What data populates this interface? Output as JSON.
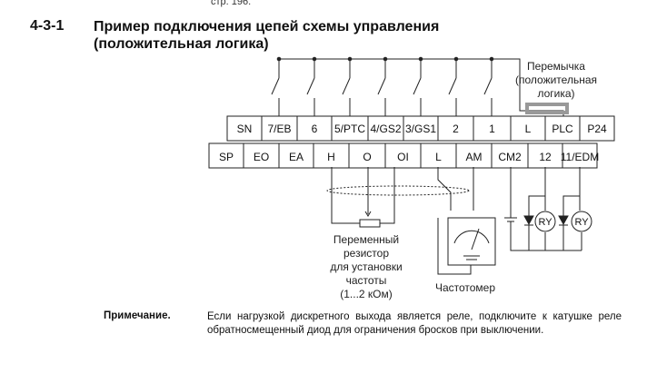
{
  "top_note": "стр. 196.",
  "section": {
    "number": "4-3-1",
    "title_line1": "Пример подключения цепей схемы управления",
    "title_line2": "(положительная логика)"
  },
  "terminals_top": [
    "SN",
    "7/EB",
    "6",
    "5/PTC",
    "4/GS2",
    "3/GS1",
    "2",
    "1",
    "L",
    "PLC",
    "P24"
  ],
  "terminals_bottom": [
    "SP",
    "EO",
    "EA",
    "H",
    "O",
    "OI",
    "L",
    "AM",
    "CM2",
    "12",
    "11/EDM"
  ],
  "jumper_label": [
    "Перемычка",
    "(положительная",
    "логика)"
  ],
  "resistor_label": [
    "Переменный",
    "резистор",
    "для установки",
    "частоты",
    "(1...2 кОм)"
  ],
  "meter_label": "Частотомер",
  "relay_labels": [
    "RY",
    "RY"
  ],
  "note": {
    "label": "Примечание.",
    "text": "Если нагрузкой дискретного выхода является реле, подключите к катушке реле обратносмещенный диод для ограничения бросков при выключении."
  },
  "colors": {
    "jumper": "#999999",
    "line": "#222222"
  }
}
